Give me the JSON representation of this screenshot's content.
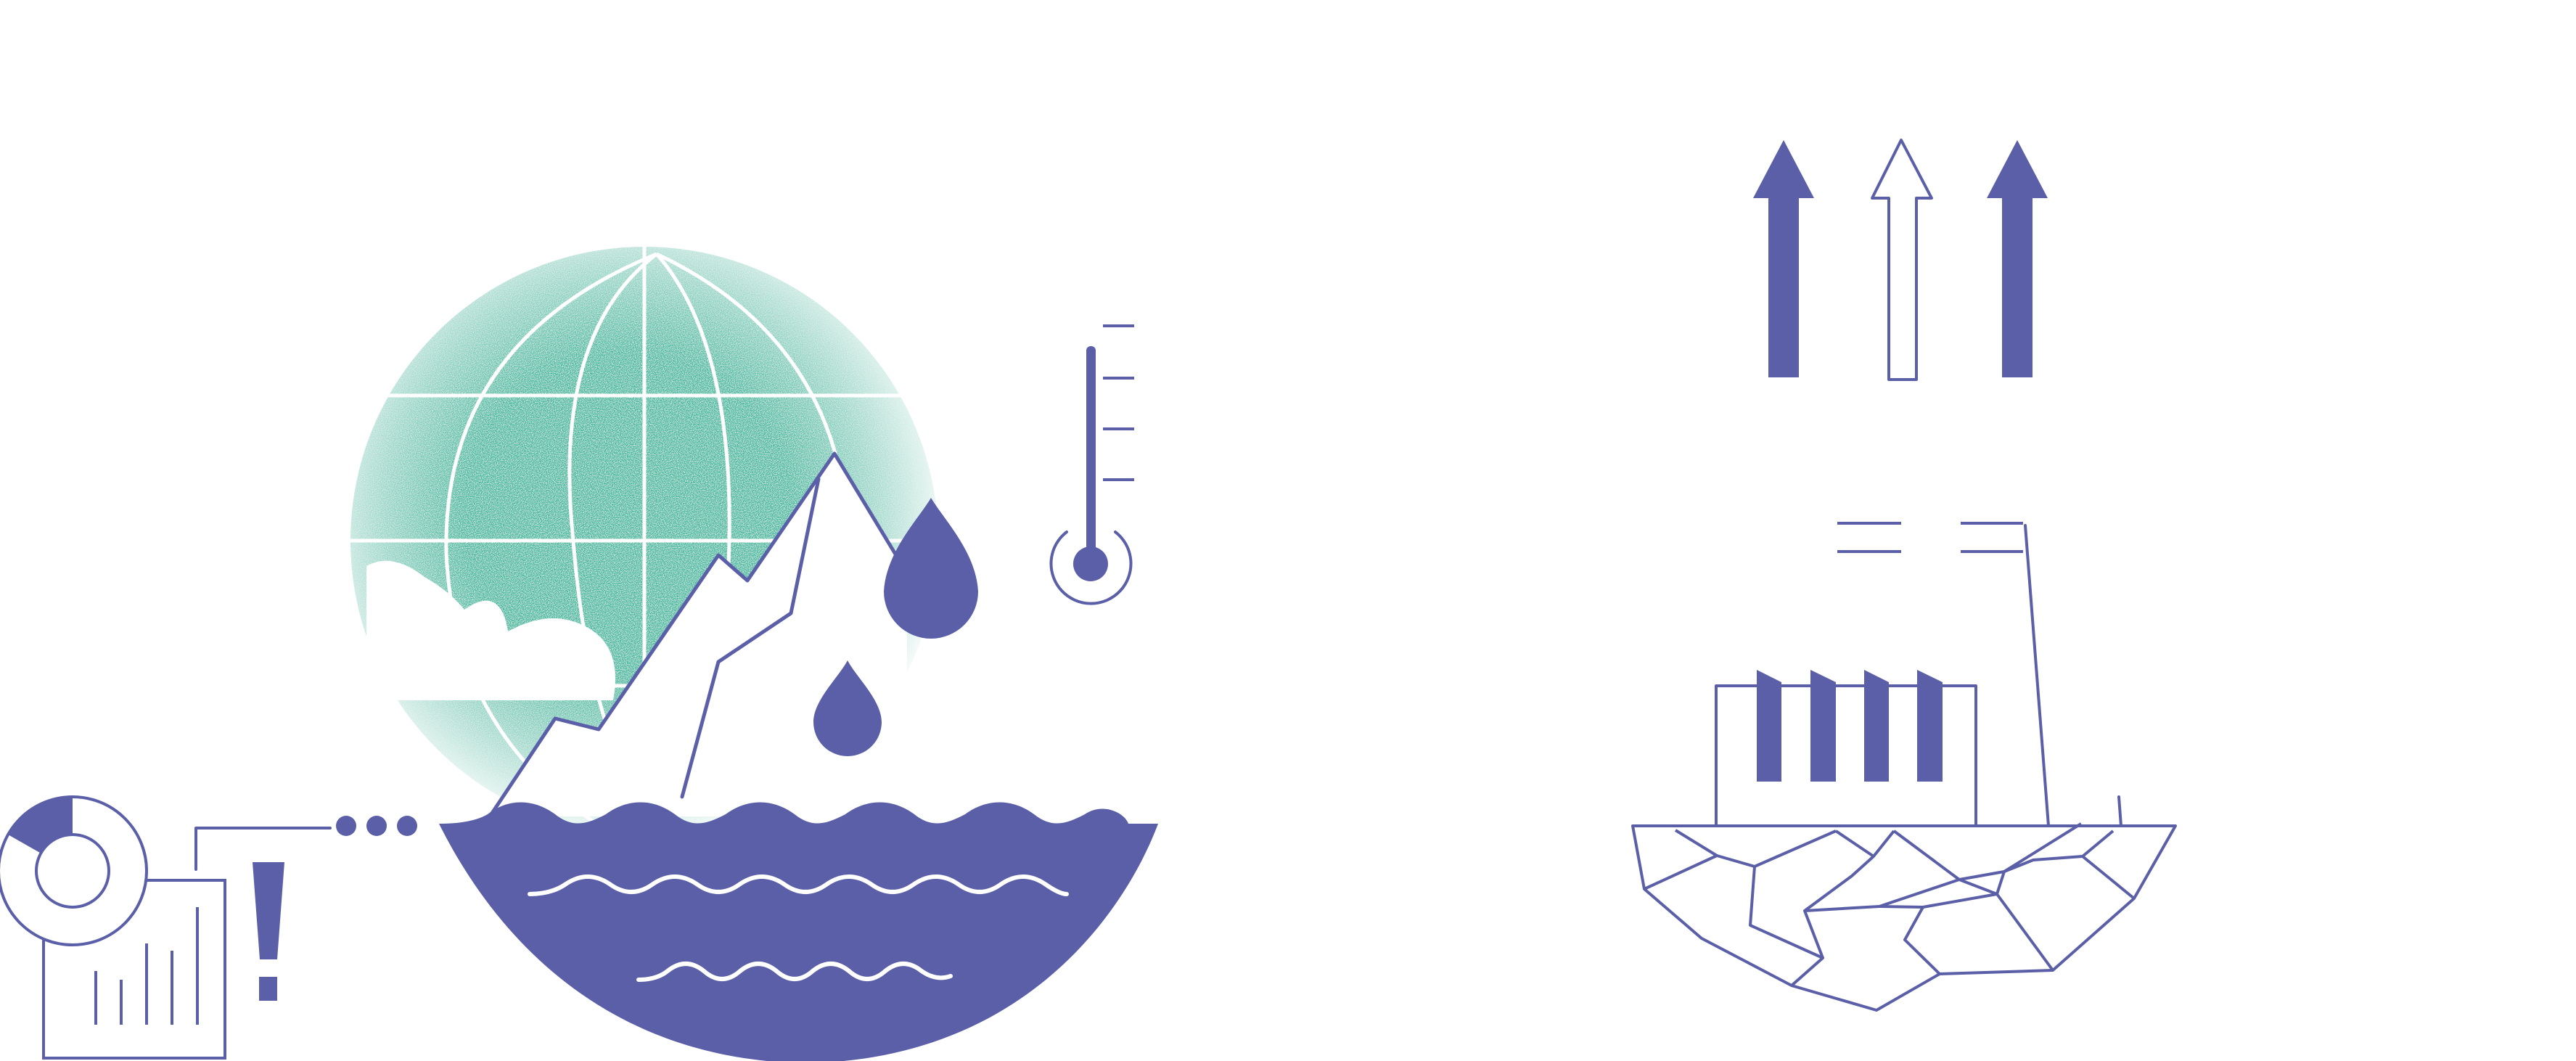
{
  "colors": {
    "primary": "#5a5fa8",
    "globe": "#3bb89e",
    "background": "#ffffff",
    "wave_line": "#ffffff"
  },
  "icons": [
    "globe-icon",
    "cloud-icon",
    "mountain-icon",
    "water-drop-icon",
    "thermometer-icon",
    "ocean-waves-icon",
    "donut-chart-icon",
    "bar-chart-report-icon",
    "exclamation-icon",
    "ellipsis-icon",
    "up-arrow-icon",
    "factory-icon",
    "cracked-ground-icon"
  ],
  "thermometer": {
    "tick_count": 4
  },
  "arrows": [
    {
      "style": "filled"
    },
    {
      "style": "outline"
    },
    {
      "style": "filled"
    }
  ],
  "factory": {
    "chimney_count": 4
  }
}
